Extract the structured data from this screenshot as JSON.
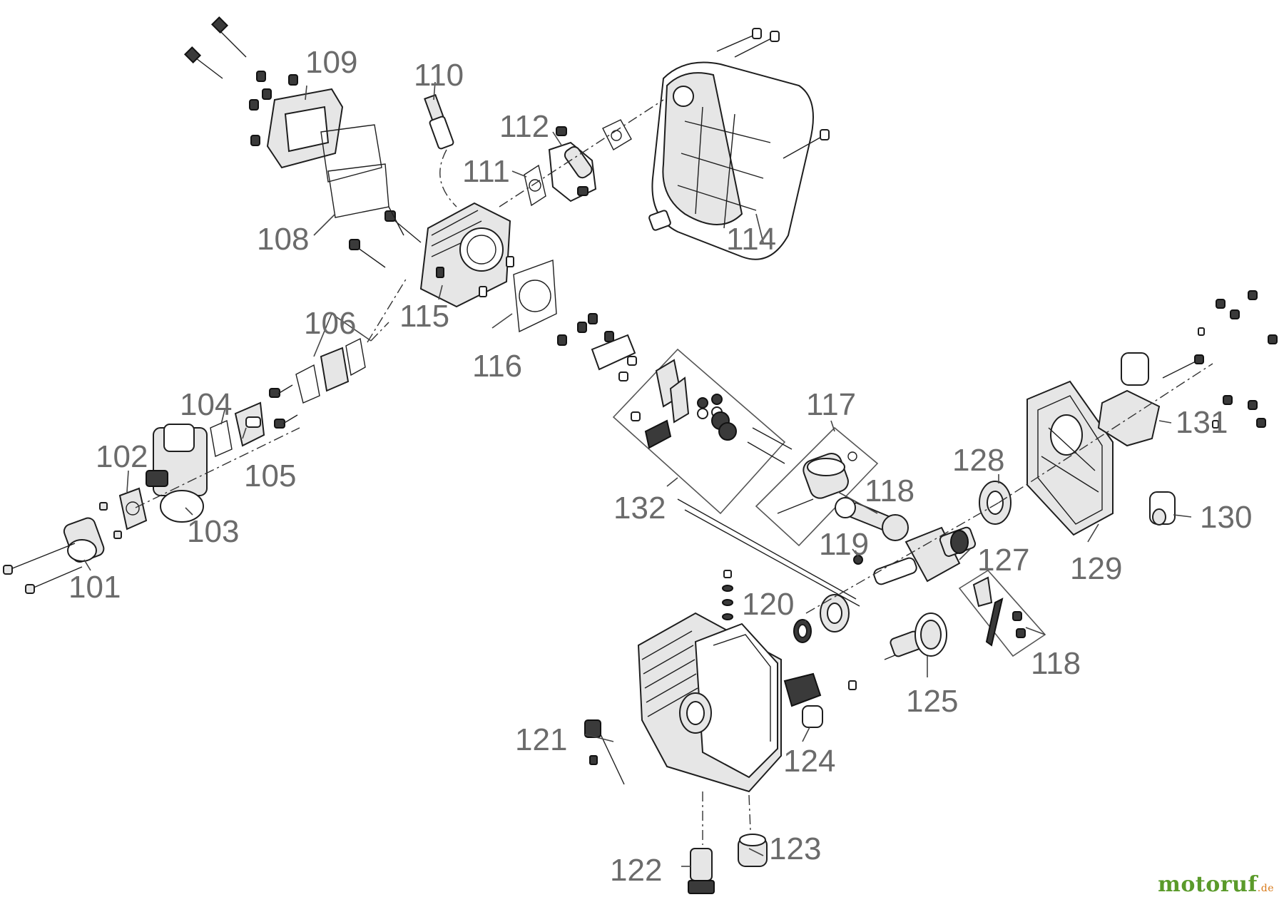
{
  "labels": {
    "p101": "101",
    "p102": "102",
    "p103": "103",
    "p104": "104",
    "p105": "105",
    "p106": "106",
    "p108": "108",
    "p109": "109",
    "p110": "110",
    "p111": "111",
    "p112": "112",
    "p114": "114",
    "p115": "115",
    "p116": "116",
    "p117": "117",
    "p118a": "118",
    "p118b": "118",
    "p119": "119",
    "p120": "120",
    "p121": "121",
    "p122": "122",
    "p123": "123",
    "p124": "124",
    "p125": "125",
    "p127": "127",
    "p128": "128",
    "p129": "129",
    "p130": "130",
    "p131": "131",
    "p132": "132"
  },
  "brand": {
    "name": "motoruf",
    "suffix": ".de"
  },
  "colors": {
    "label": "#6b6b6b",
    "brand_green": "#5a9a2a",
    "brand_orange": "#d97a1a"
  }
}
